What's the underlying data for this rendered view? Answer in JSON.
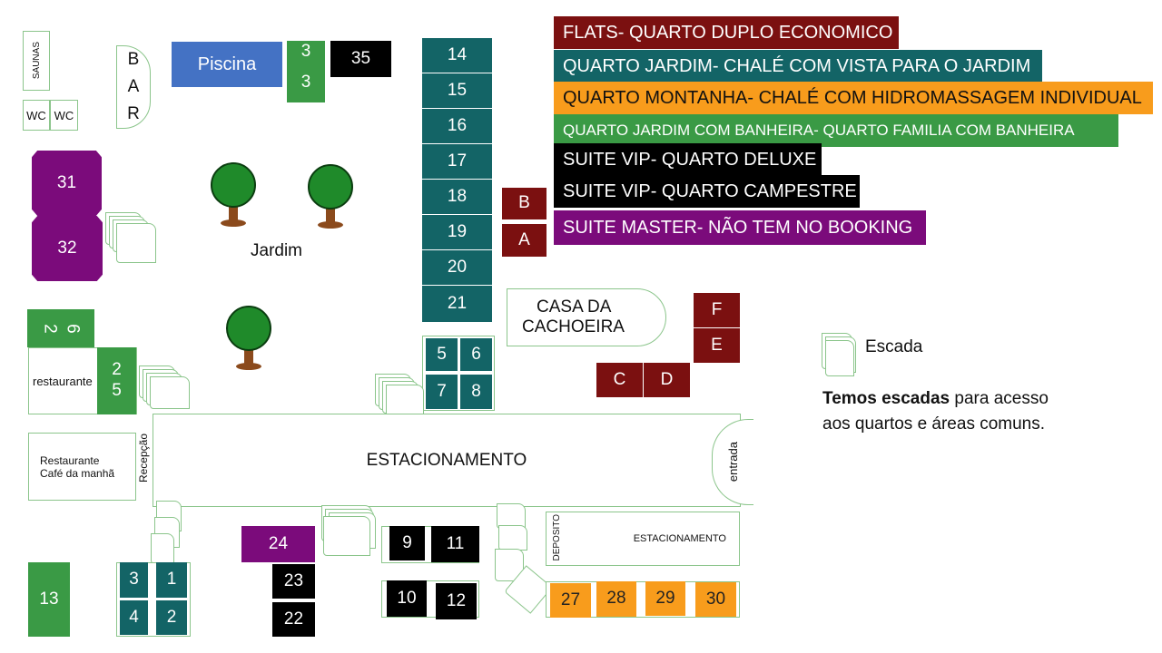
{
  "legend": [
    {
      "label": "FLATS- QUARTO DUPLO ECONOMICO",
      "color": "#7b1010"
    },
    {
      "label": "QUARTO JARDIM- CHALÉ COM VISTA PARA O JARDIM",
      "color": "#136466"
    },
    {
      "label": "QUARTO MONTANHA- CHALÉ COM HIDROMASSAGEM INDIVIDUAL",
      "color": "#f89c1c"
    },
    {
      "label": "QUARTO JARDIM COM BANHEIRA- QUARTO FAMILIA COM BANHEIRA",
      "color": "#3a9a45"
    },
    {
      "label": "SUITE VIP- QUARTO DELUXE",
      "color": "#000000"
    },
    {
      "label": "SUITE VIP- QUARTO CAMPESTRE",
      "color": "#000000"
    },
    {
      "label": "SUITE MASTER- NÃO TEM NO BOOKING",
      "color": "#7b0b7b"
    }
  ],
  "areas": {
    "saunas": "SAUNAS",
    "wc": "WC",
    "bar": "B A R",
    "piscina": "Piscina",
    "jardim": "Jardim",
    "restaurante": "restaurante",
    "restaurante_cafe_1": "Restaurante",
    "restaurante_cafe_2": "Café da manhã",
    "recepcao": "Recepção",
    "estacionamento": "ESTACIONAMENTO",
    "entrada": "entrada",
    "casa_cachoeira_1": "CASA DA",
    "casa_cachoeira_2": "CACHOEIRA",
    "deposito": "DEPOSITO",
    "estacionamento_small": "ESTACIONAMENTO"
  },
  "rooms": {
    "r1": "1",
    "r2": "2",
    "r3": "3",
    "r4": "4",
    "r5": "5",
    "r6": "6",
    "r7": "7",
    "r8": "8",
    "r9": "9",
    "r10": "10",
    "r11": "11",
    "r12": "12",
    "r13": "13",
    "r14": "14",
    "r15": "15",
    "r16": "16",
    "r17": "17",
    "r18": "18",
    "r19": "19",
    "r20": "20",
    "r21": "21",
    "r22": "22",
    "r23": "23",
    "r24": "24",
    "r25a": "2",
    "r25b": "5",
    "r26a": "2",
    "r26b": "6",
    "r27": "27",
    "r28": "28",
    "r29": "29",
    "r30": "30",
    "r31": "31",
    "r32": "32",
    "r33a": "3",
    "r33b": "3",
    "r35": "35",
    "rA": "A",
    "rB": "B",
    "rC": "C",
    "rD": "D",
    "rE": "E",
    "rF": "F"
  },
  "stairs_note": {
    "label": "Escada",
    "bold": "Temos escadas",
    "rest": " para acesso",
    "line2": "aos quartos e áreas comuns."
  }
}
